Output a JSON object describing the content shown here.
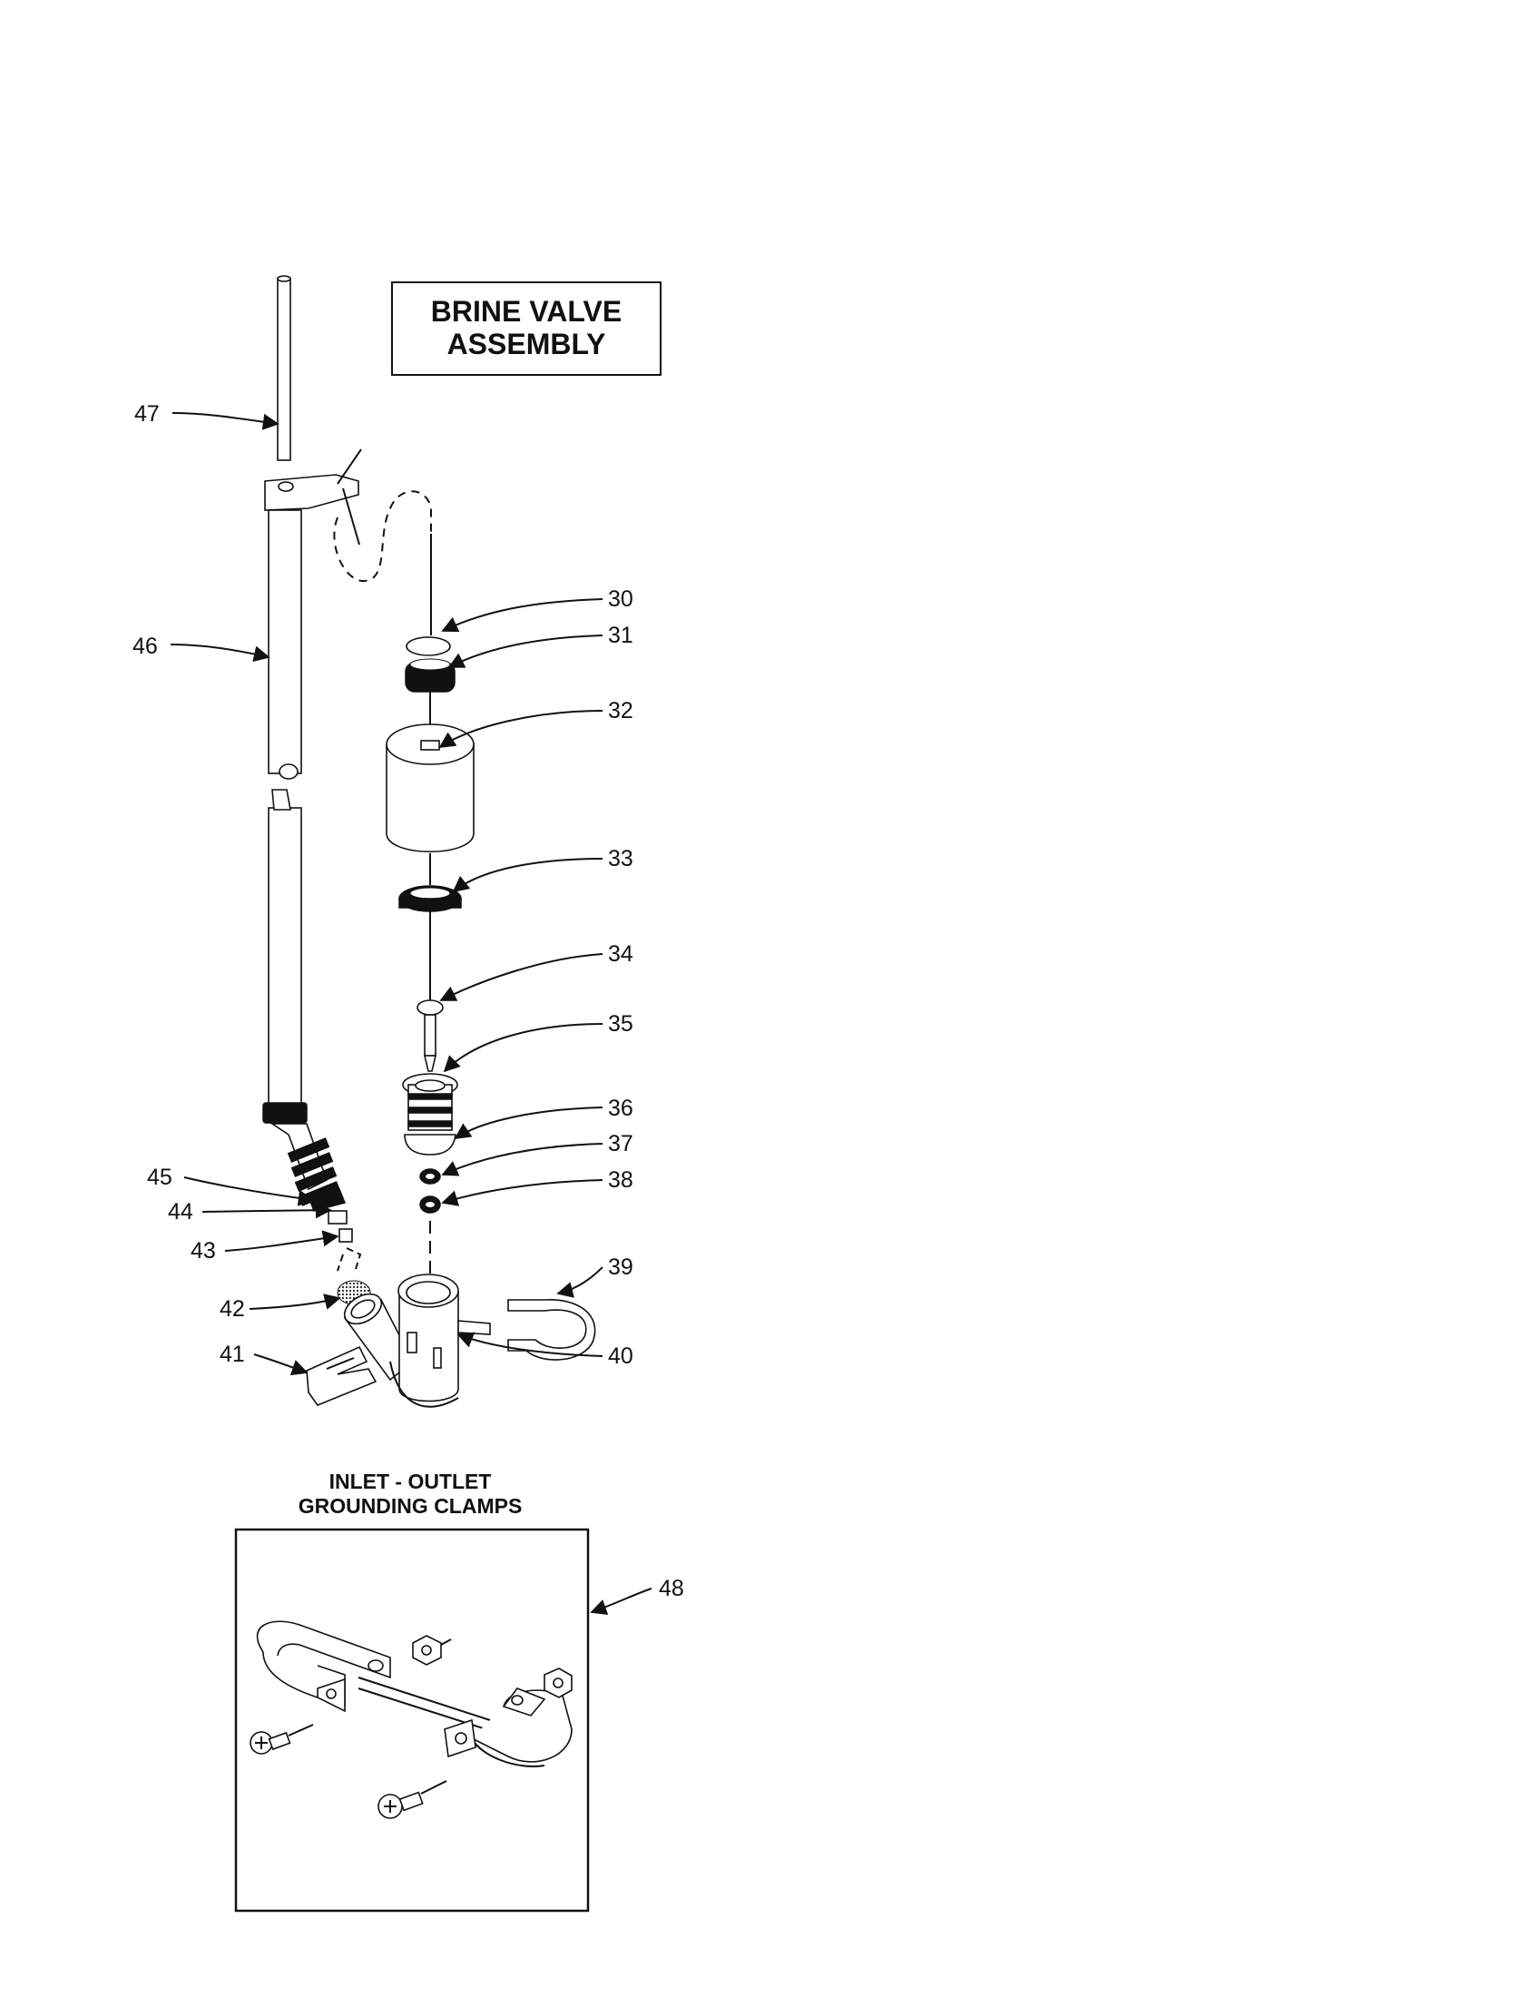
{
  "title": {
    "line1": "BRINE VALVE",
    "line2": "ASSEMBLY"
  },
  "inset": {
    "title_line1": "INLET - OUTLET",
    "title_line2": "GROUNDING CLAMPS"
  },
  "callouts": {
    "c30": "30",
    "c31": "31",
    "c32": "32",
    "c33": "33",
    "c34": "34",
    "c35": "35",
    "c36": "36",
    "c37": "37",
    "c38": "38",
    "c39": "39",
    "c40": "40",
    "c41": "41",
    "c42": "42",
    "c43": "43",
    "c44": "44",
    "c45": "45",
    "c46": "46",
    "c47": "47",
    "c48": "48"
  }
}
